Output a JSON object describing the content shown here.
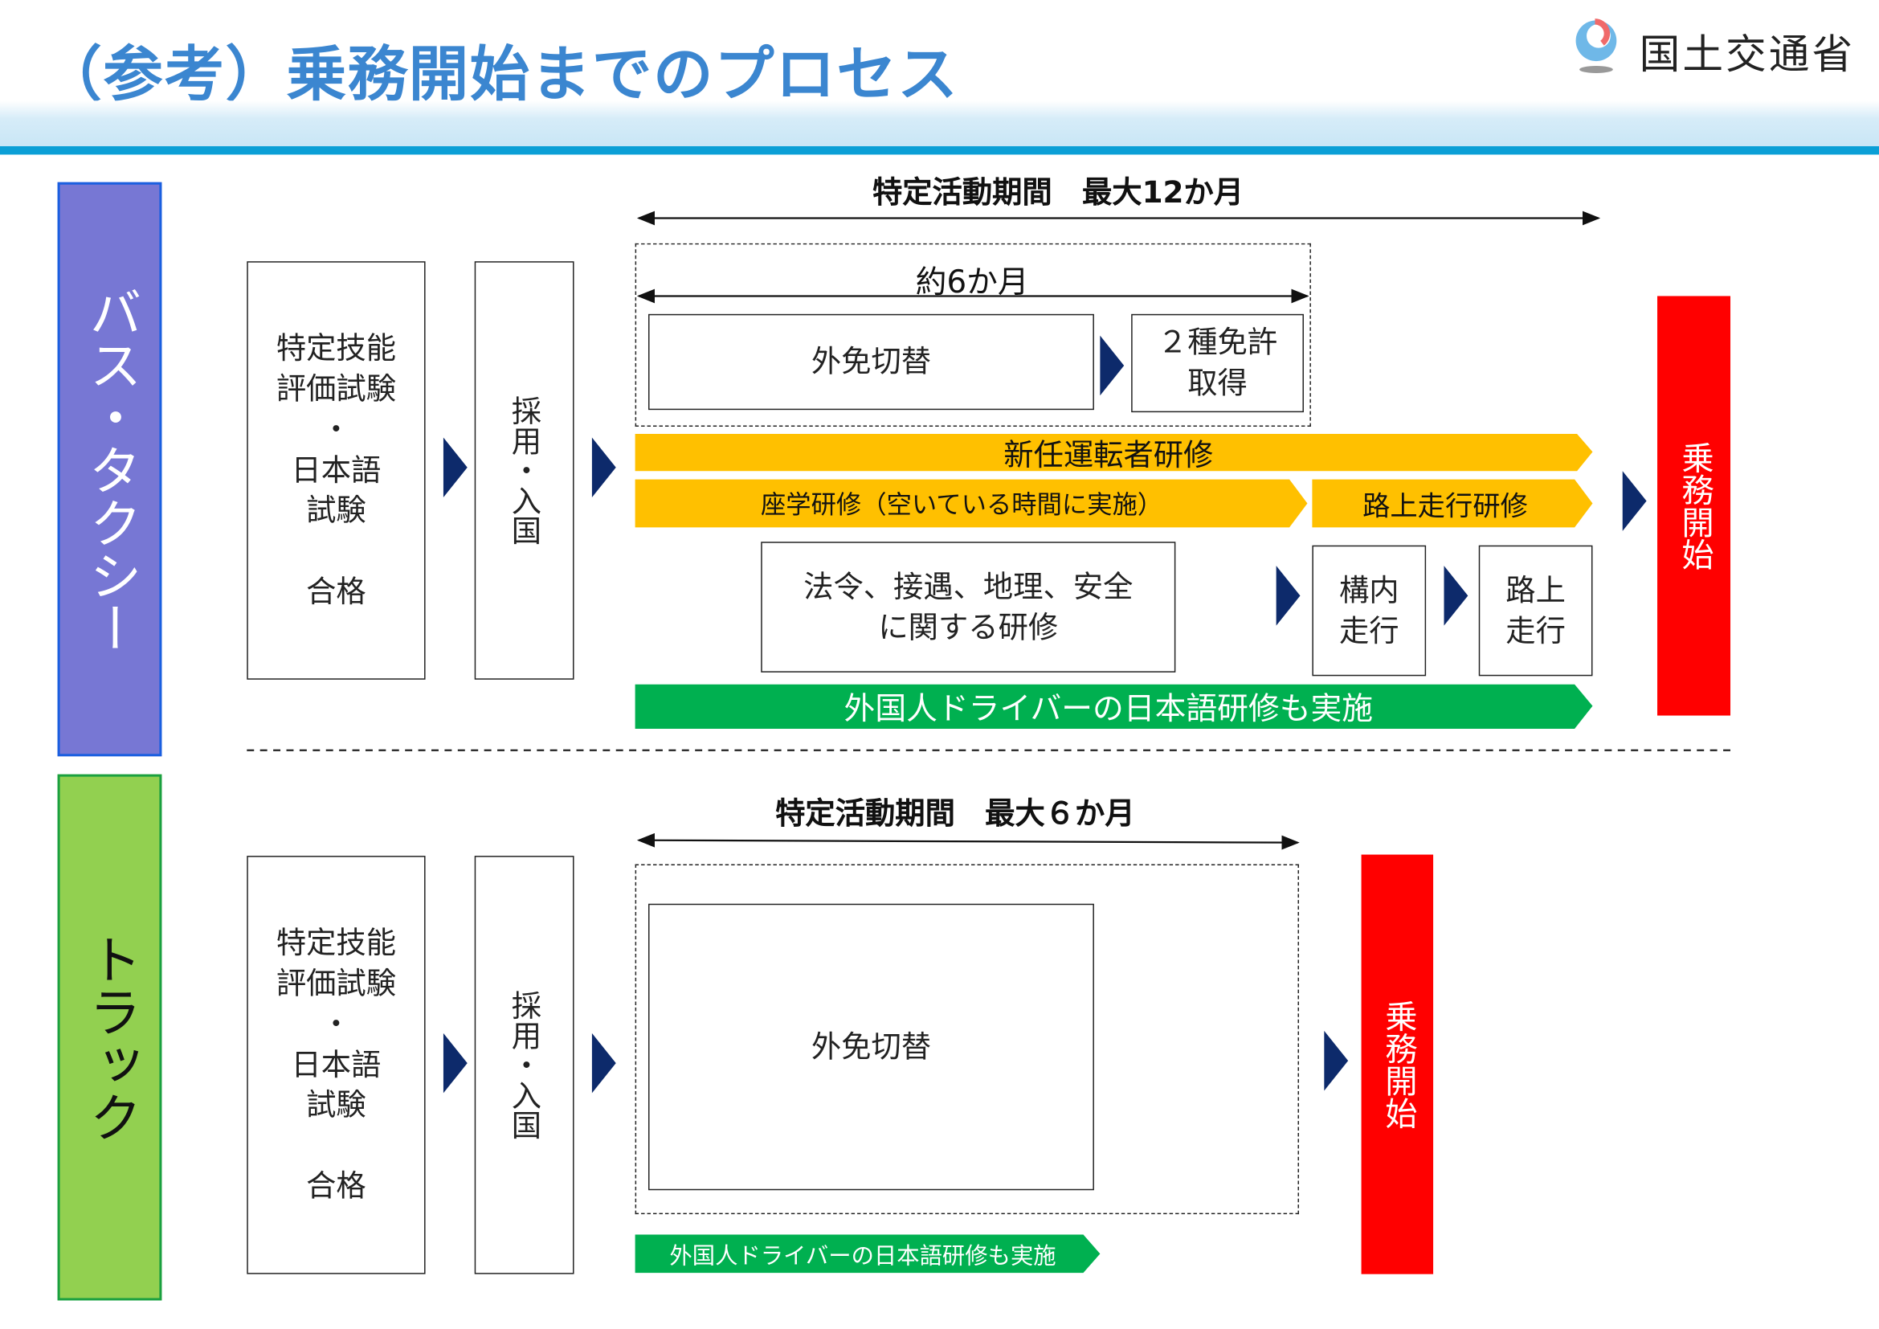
{
  "header": {
    "title": "（参考）乗務開始までのプロセス",
    "logo_text": "国土交通省"
  },
  "bus": {
    "category": "バス・タクシー",
    "period_heading": "特定活動期間　最大12か月",
    "exam_box": [
      "特定技能",
      "評価試験",
      "・",
      "日本語",
      "試験",
      "",
      "合格"
    ],
    "hire_box": "採用・入国",
    "approx_period": "約6か月",
    "license_convert": "外免切替",
    "class2_license": [
      "２種免許",
      "取得"
    ],
    "new_driver_training": "新任運転者研修",
    "classroom_training": "座学研修（空いている時間に実施）",
    "road_training": "路上走行研修",
    "law_training": [
      "法令、接遇、地理、安全",
      "に関する研修"
    ],
    "yard_driving": [
      "構内",
      "走行"
    ],
    "road_driving": [
      "路上",
      "走行"
    ],
    "japanese_training": "外国人ドライバーの日本語研修も実施",
    "start": "乗務開始"
  },
  "truck": {
    "category": "トラック",
    "period_heading": "特定活動期間　最大６か月",
    "exam_box": [
      "特定技能",
      "評価試験",
      "・",
      "日本語",
      "試験",
      "",
      "合格"
    ],
    "hire_box": "採用・入国",
    "license_convert": "外免切替",
    "japanese_training": "外国人ドライバーの日本語研修も実施",
    "start": "乗務開始"
  },
  "colors": {
    "title": "#3b86d0",
    "bus_band": "#7777d4",
    "truck_band": "#92d050",
    "yellow": "#ffc000",
    "green": "#00b050",
    "red": "#ff0000",
    "navy": "#0d2a6b"
  }
}
